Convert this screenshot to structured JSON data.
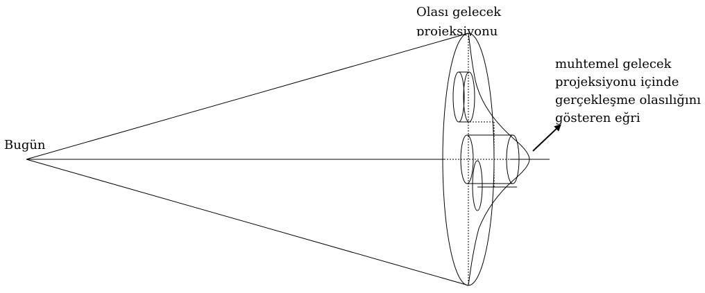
{
  "labels": {
    "today": "Bugün",
    "projection_line1": "Olası gelecek",
    "projection_line2": "projeksiyonu",
    "curve_line1": "muhtemel gelecek",
    "curve_line2": "projeksiyonu içinde",
    "curve_line3": "gerçekleşme olasılığını",
    "curve_line4": "gösteren eğri"
  }
}
